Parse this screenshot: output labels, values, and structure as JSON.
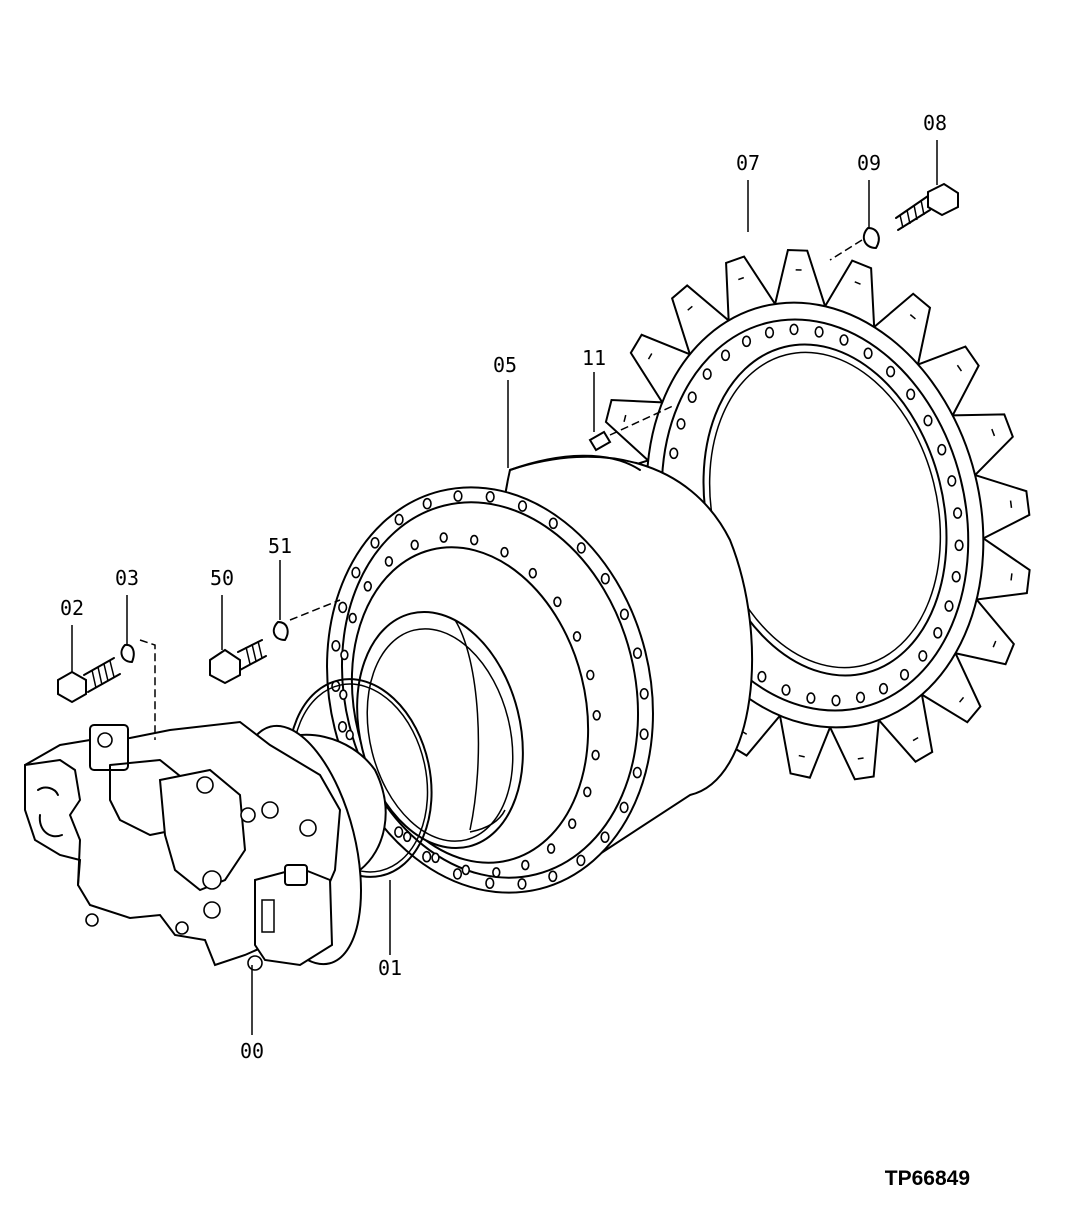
{
  "diagram": {
    "callouts": [
      {
        "id": "part-00",
        "text": "00"
      },
      {
        "id": "part-01",
        "text": "01"
      },
      {
        "id": "part-02",
        "text": "02"
      },
      {
        "id": "part-03",
        "text": "03"
      },
      {
        "id": "part-05",
        "text": "05"
      },
      {
        "id": "part-07",
        "text": "07"
      },
      {
        "id": "part-08",
        "text": "08"
      },
      {
        "id": "part-09",
        "text": "09"
      },
      {
        "id": "part-11",
        "text": "11"
      },
      {
        "id": "part-50",
        "text": "50"
      },
      {
        "id": "part-51",
        "text": "51"
      }
    ],
    "reference": "TP66849"
  }
}
